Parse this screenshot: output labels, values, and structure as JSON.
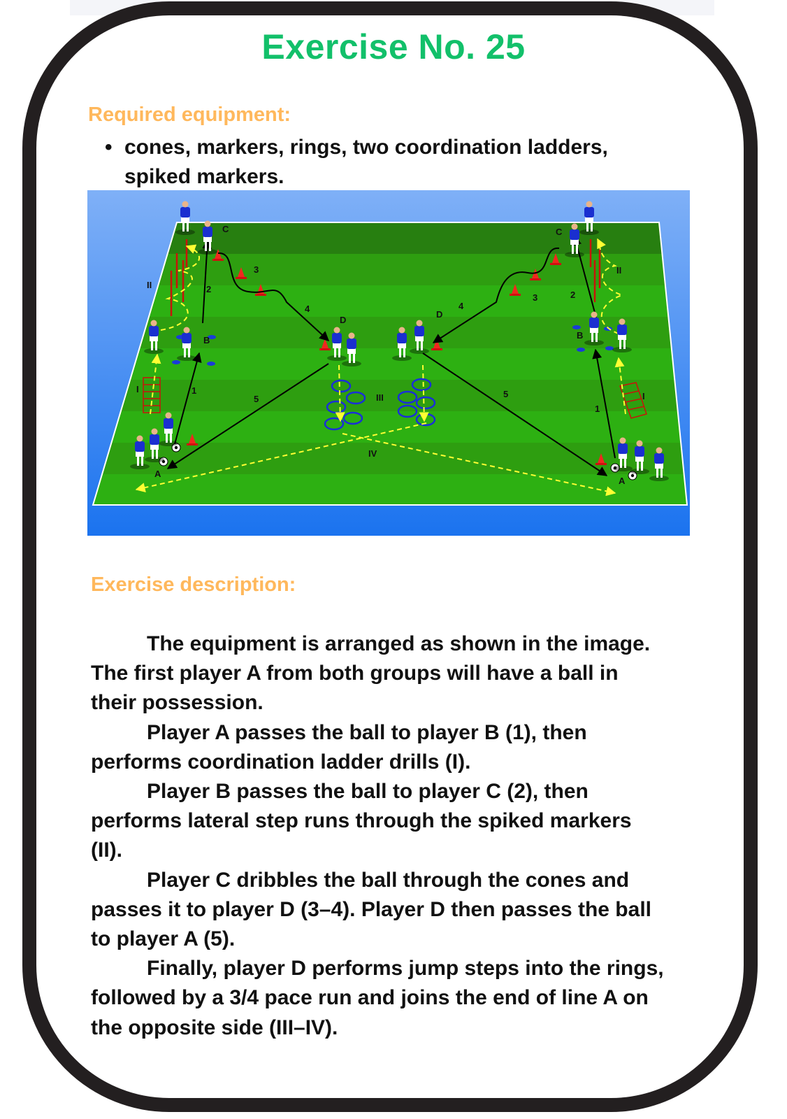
{
  "title": "Exercise No. 25",
  "equipment": {
    "heading": "Required equipment:",
    "items": [
      "cones, markers, rings, two coordination ladders,",
      "spiked markers."
    ]
  },
  "diagram": {
    "left": {
      "C": "C",
      "n3": "3",
      "n2": "2",
      "II": "II",
      "n4": "4",
      "D": "D",
      "B": "B",
      "n1": "1",
      "n5": "5",
      "I": "I",
      "III": "III",
      "IV": "IV",
      "A": "A"
    },
    "right": {
      "C": "C",
      "II": "II",
      "n2": "2",
      "n3": "3",
      "n4": "4",
      "D": "D",
      "B": "B",
      "n5": "5",
      "I": "I",
      "n1": "1",
      "A": "A"
    }
  },
  "description": {
    "heading": "Exercise description:",
    "paragraphs": [
      [
        "The equipment is arranged as shown in the image.",
        "The first player A from both groups will have a ball in",
        "their possession."
      ],
      [
        "Player A passes the ball to player B (1), then",
        "performs coordination ladder drills (I)."
      ],
      [
        "Player B passes the ball to player C (2), then",
        "performs lateral step runs through the spiked markers",
        "(II)."
      ],
      [
        "Player C dribbles the ball through the cones and",
        "passes it to player D (3–4). Player D then passes the ball",
        "to player A (5)."
      ],
      [
        "Finally, player D performs jump steps into the rings,",
        "followed by a 3/4 pace run and joins the end of line A on",
        "the opposite side (III–IV)."
      ]
    ]
  },
  "colors": {
    "title": "#12c06a",
    "heading": "#ffb85c",
    "frame": "#231f20",
    "field": "#2fb012",
    "sky": "#5d9cf5"
  }
}
